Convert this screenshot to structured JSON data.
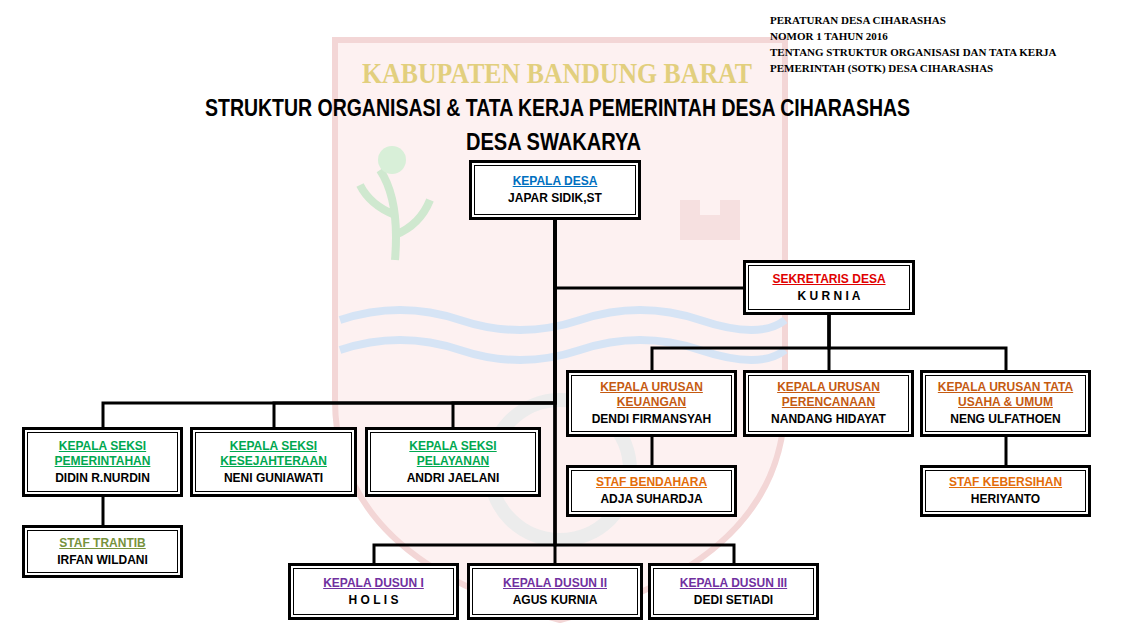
{
  "diagram": {
    "title": "STRUKTUR ORGANISASI & TATA KERJA PEMERINTAH DESA CIHARASHAS",
    "nodes": [
      {
        "text": [
          "KEPALA DESA",
          "JAPAR SIDIK,ST"
        ]
      },
      {
        "text": [
          "SEKRETARIS DESA",
          "K U R N I A"
        ]
      },
      {
        "text": [
          "KEPALA URUSAN KEUANGAN",
          "DENDI FIRMANSYAH"
        ]
      },
      {
        "text": [
          "KEPALA URUSAN PERENCANAAN",
          "NANDANG HIDAYAT"
        ]
      },
      {
        "text": [
          "KEPALA URUSAN TATA USAHA & UMUM",
          "NENG ULFATHOEN"
        ]
      },
      {
        "text": [
          "KEPALA SEKSI PEMERINTAHAN",
          "DIDIN R.NURDIN"
        ]
      },
      {
        "text": [
          "KEPALA SEKSI KESEJAHTERAAN",
          "NENI GUNIAWATI"
        ]
      },
      {
        "text": [
          "KEPALA SEKSI PELAYANAN",
          "ANDRI JAELANI"
        ]
      },
      {
        "text": [
          "STAF BENDAHARA",
          "ADJA SUHARDJA"
        ]
      },
      {
        "text": [
          "STAF KEBERSIHAN",
          "HERIYANTO"
        ]
      },
      {
        "text": [
          "STAF TRANTIB",
          "IRFAN WILDANI"
        ]
      },
      {
        "text": [
          "KEPALA DUSUN I",
          "H O L I S"
        ]
      },
      {
        "text": [
          "KEPALA DUSUN II",
          "AGUS KURNIA"
        ]
      },
      {
        "text": [
          "KEPALA DUSUN III",
          "DEDI SETIADI"
        ]
      }
    ],
    "edges": [
      {
        "from": 0,
        "to": 1,
        "arrow": "none"
      },
      {
        "from": 1,
        "to": 2,
        "arrow": "none"
      },
      {
        "from": 1,
        "to": 3,
        "arrow": "none"
      },
      {
        "from": 1,
        "to": 4,
        "arrow": "none"
      },
      {
        "from": 0,
        "to": 5,
        "arrow": "none"
      },
      {
        "from": 0,
        "to": 6,
        "arrow": "none"
      },
      {
        "from": 0,
        "to": 7,
        "arrow": "none"
      },
      {
        "from": 2,
        "to": 8,
        "arrow": "none"
      },
      {
        "from": 4,
        "to": 9,
        "arrow": "none"
      },
      {
        "from": 5,
        "to": 10,
        "arrow": "none"
      },
      {
        "from": 0,
        "to": 11,
        "arrow": "none"
      },
      {
        "from": 0,
        "to": 12,
        "arrow": "none"
      },
      {
        "from": 0,
        "to": 13,
        "arrow": "none"
      }
    ],
    "labels": [
      "PERATURAN DESA CIHARASHAS",
      "NOMOR  1 TAHUN 2016",
      "TENTANG STRUKTUR ORGANISASI DAN TATA KERJA",
      "PEMERINTAH (SOTK) DESA CIHARASHAS",
      "KABUPATEN BANDUNG BARAT",
      "DESA SWAKARYA"
    ]
  }
}
